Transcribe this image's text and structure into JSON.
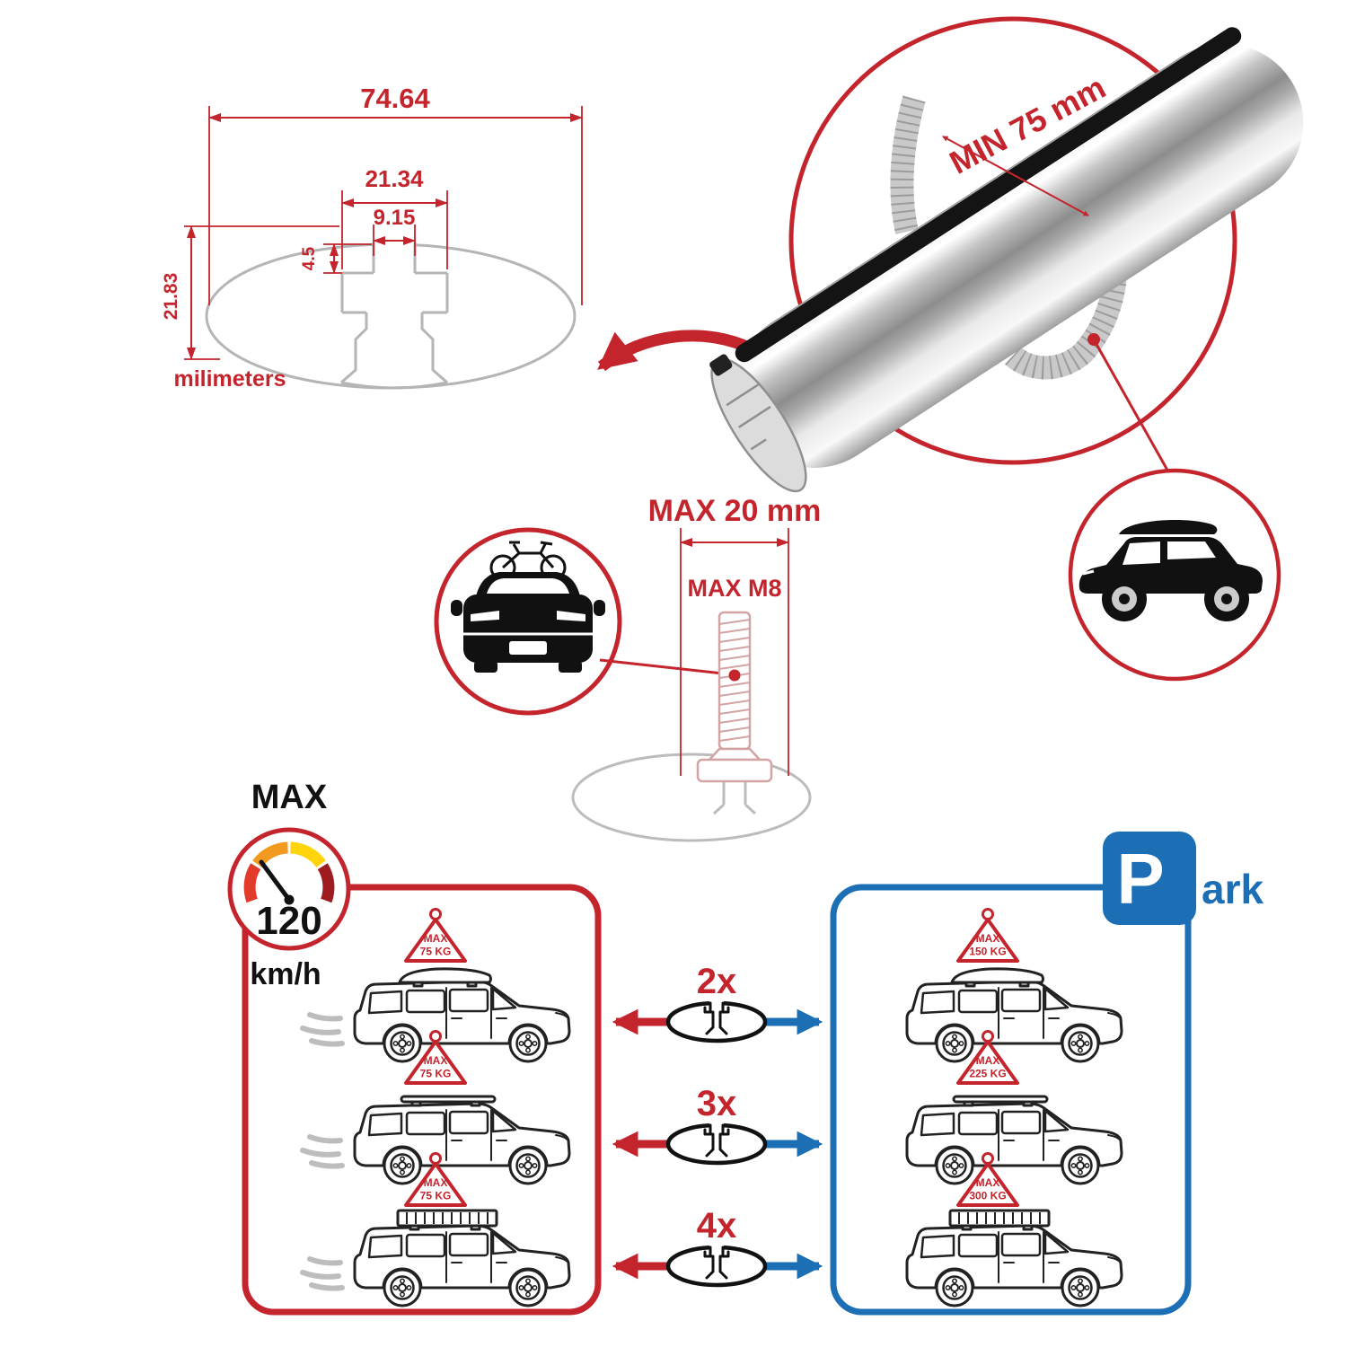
{
  "colors": {
    "accent_red": "#C4242C",
    "accent_blue": "#1C6FB5",
    "profile_gray": "#B5B5B5",
    "car_line_black": "#222222",
    "gauge_segments": [
      "#E23B2C",
      "#F29A1F",
      "#FFD40A",
      "#9E1B20"
    ]
  },
  "cross_section_diagram": {
    "width_mm": "74.64",
    "slot_outer_mm": "21.34",
    "slot_inner_mm": "9.15",
    "lip_depth_mm": "4.5",
    "height_mm": "21.83",
    "units_label": "milimeters"
  },
  "bar_detail": {
    "min_clamp_span": "MIN 75 mm"
  },
  "bolt_diagram": {
    "max_head_width": "MAX 20 mm",
    "max_thread": "MAX M8"
  },
  "speed_limit": {
    "title": "MAX",
    "value": "120",
    "units": "km/h"
  },
  "parking_sign": {
    "letter": "P",
    "suffix": "ark"
  },
  "crossbar_counts": [
    "2x",
    "3x",
    "4x"
  ],
  "driving_loads": [
    {
      "label": "MAX",
      "weight": "75 KG"
    },
    {
      "label": "MAX",
      "weight": "75 KG"
    },
    {
      "label": "MAX",
      "weight": "75 KG"
    }
  ],
  "parked_loads": [
    {
      "label": "MAX",
      "weight": "150 KG"
    },
    {
      "label": "MAX",
      "weight": "225 KG"
    },
    {
      "label": "MAX",
      "weight": "300 KG"
    }
  ]
}
